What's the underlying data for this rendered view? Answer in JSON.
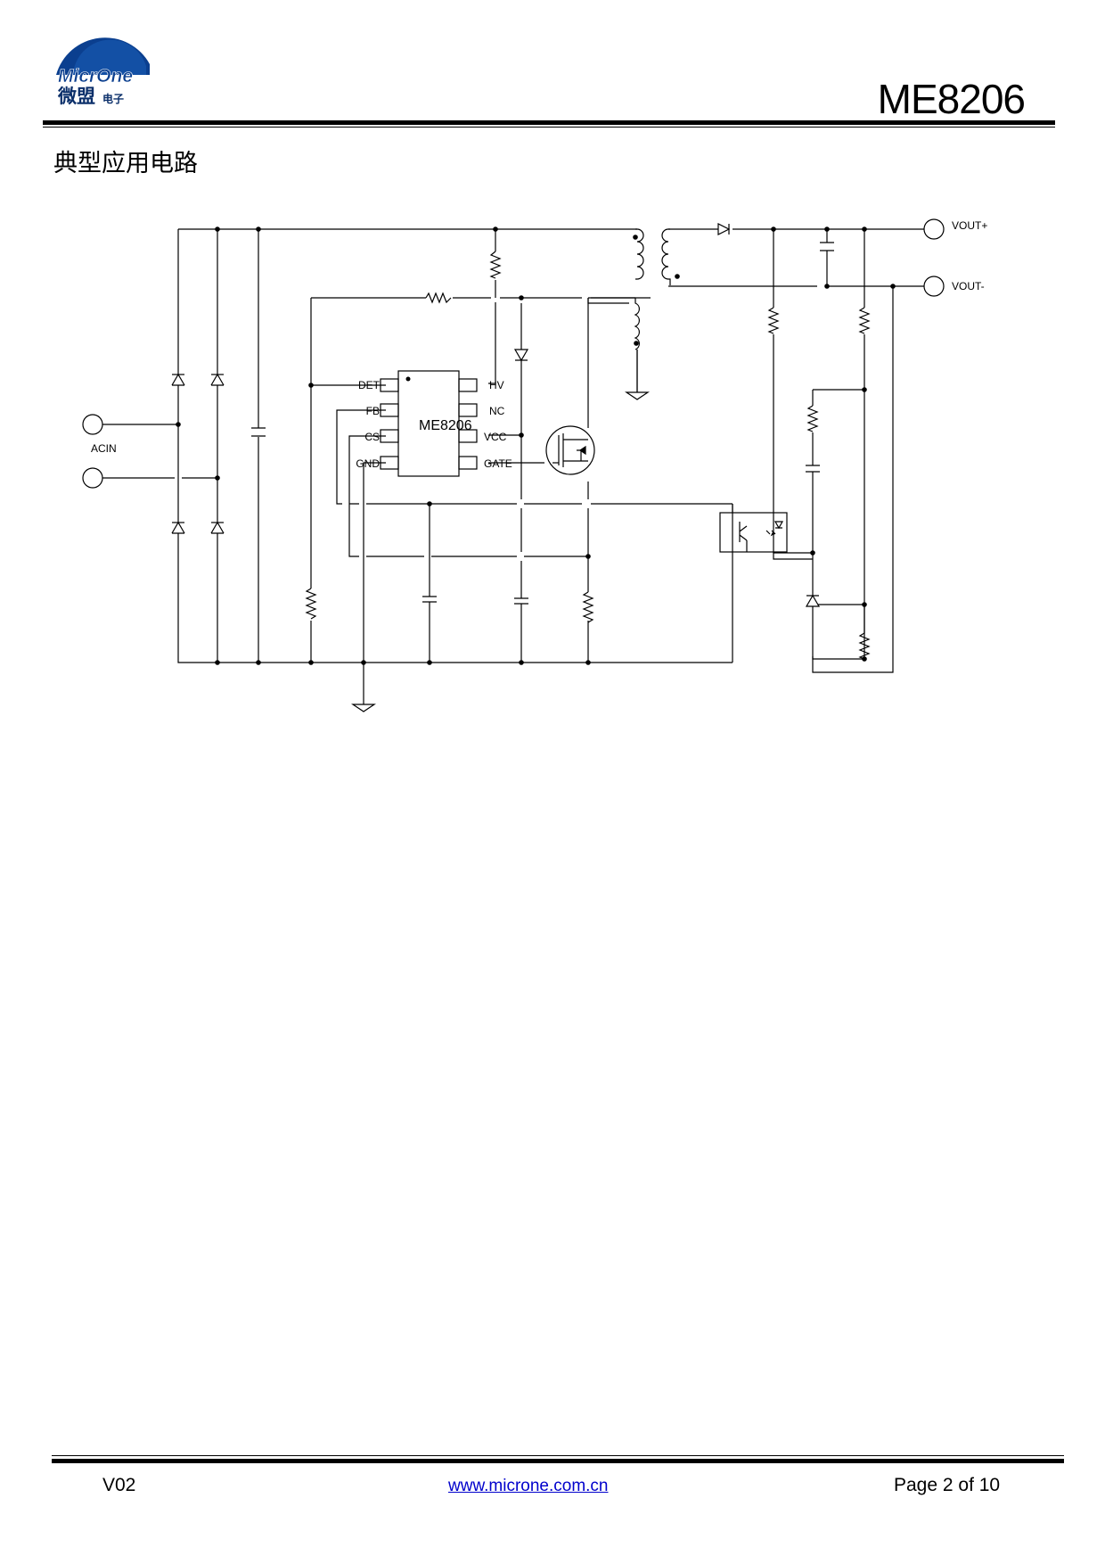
{
  "header": {
    "logo_text_en": "MicrOne",
    "logo_text_cn": "微盟",
    "logo_text_cn_small": "电子",
    "part_number": "ME8206"
  },
  "section": {
    "title": "典型应用电路"
  },
  "schematic": {
    "chip_name": "ME8206",
    "pins_left": [
      "DET",
      "FB",
      "CS",
      "GND"
    ],
    "pins_right": [
      "HV",
      "NC",
      "VCC",
      "GATE"
    ],
    "input_label": "ACIN",
    "output_pos_label": "VOUT+",
    "output_neg_label": "VOUT-"
  },
  "footer": {
    "version": "V02",
    "url": "www.microne.com.cn",
    "page": "Page 2 of 10"
  }
}
